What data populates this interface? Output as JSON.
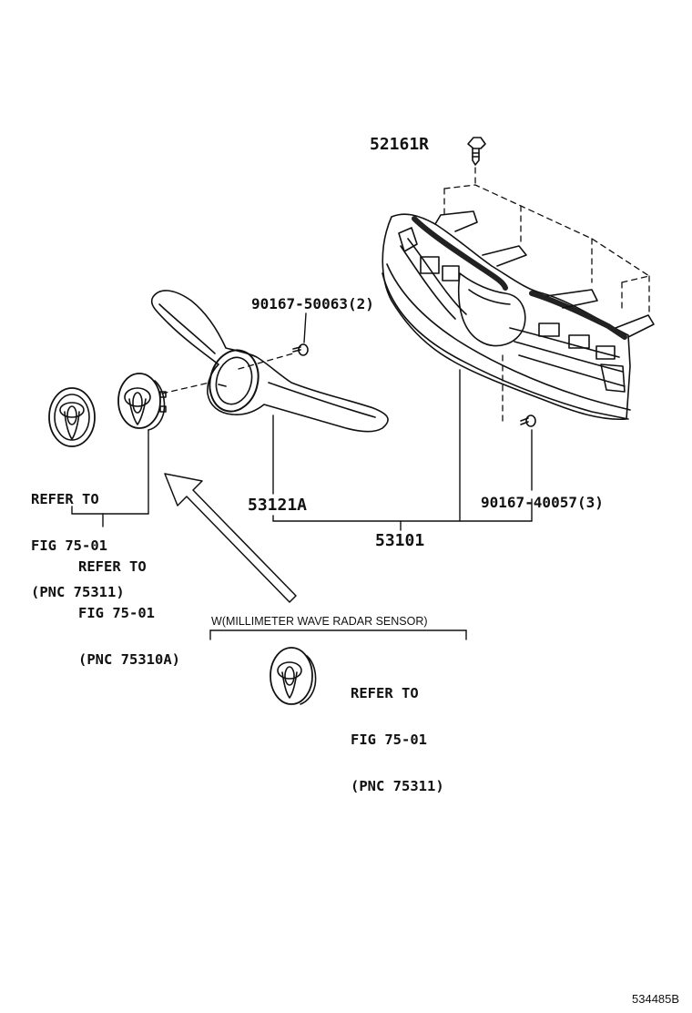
{
  "callouts": {
    "clip_top": "52161R",
    "screw_upper": "90167-50063(2)",
    "screw_lower": "90167-40057(3)",
    "radiator_grille_upper": "53121A",
    "radiator_grille_sub": "53101"
  },
  "references": {
    "emblem_left": {
      "line1": "REFER TO",
      "line2": "FIG 75-01",
      "line3": "(PNC 75311)"
    },
    "emblem_front": {
      "line1": "REFER TO",
      "line2": "FIG 75-01",
      "line3": "(PNC 75310A)"
    },
    "emblem_radar": {
      "line1": "REFER TO",
      "line2": "FIG 75-01",
      "line3": "(PNC 75311)"
    }
  },
  "variant_note": "W(MILLIMETER WAVE RADAR SENSOR)",
  "illustration_number": "534485B"
}
